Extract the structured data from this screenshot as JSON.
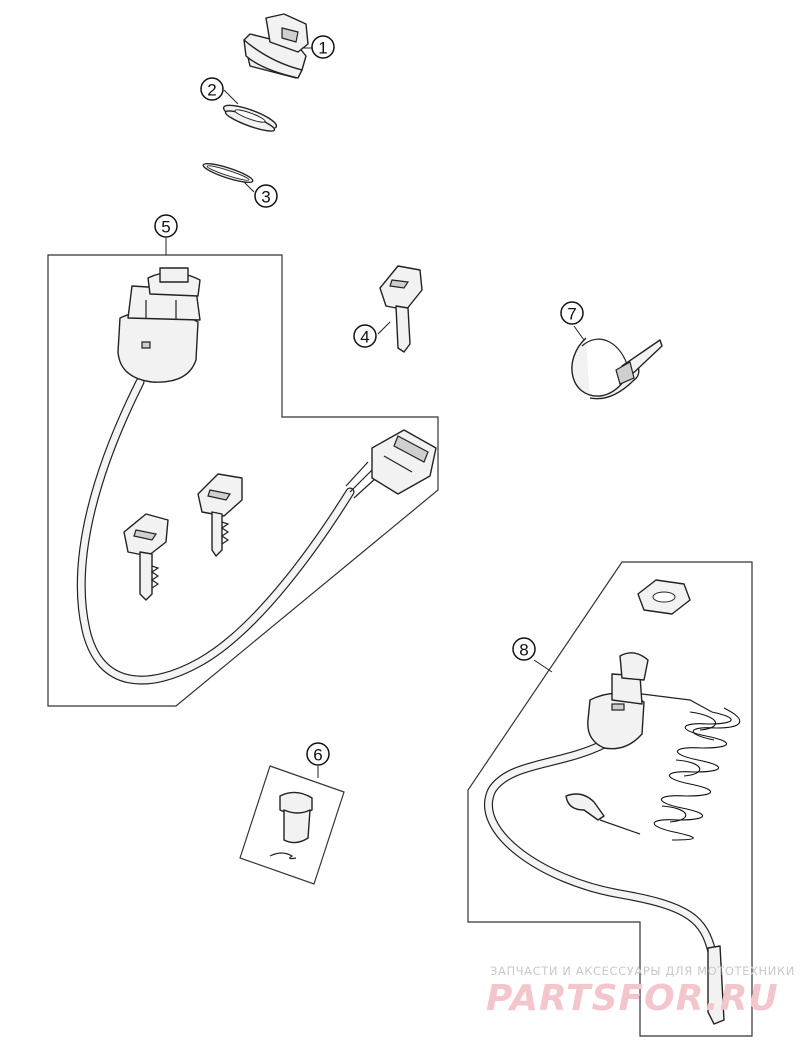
{
  "callouts": [
    "1",
    "2",
    "3",
    "4",
    "5",
    "6",
    "7",
    "8"
  ],
  "watermark": {
    "tagline": "ЗАПЧАСТИ И АКСЕССУАРЫ ДЛЯ МОТОТЕХНИКИ",
    "brand": "PARTSFOR.RU",
    "color": "#e8909a"
  }
}
